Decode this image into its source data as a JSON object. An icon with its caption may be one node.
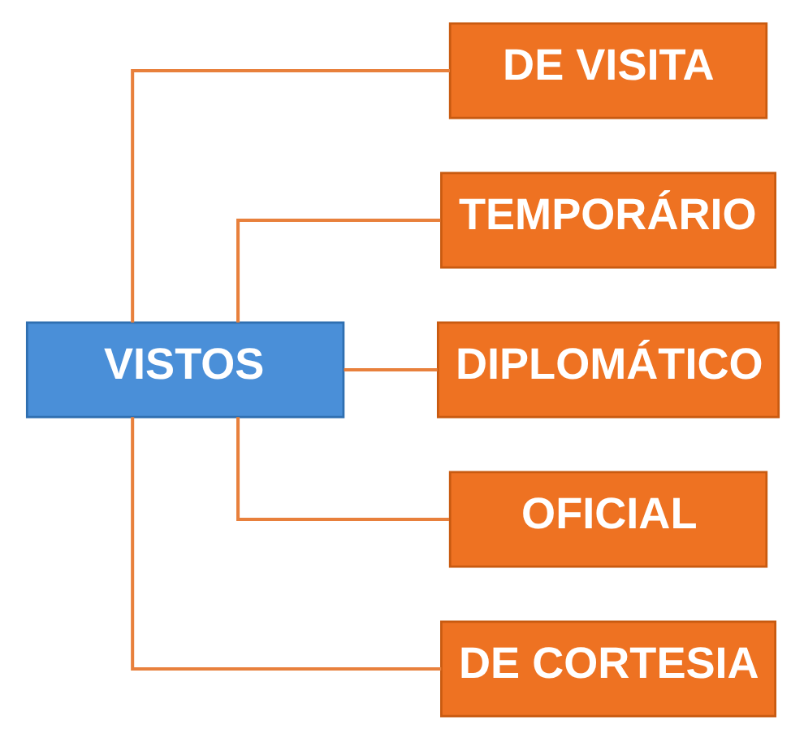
{
  "diagram": {
    "nodes": [
      {
        "text": [
          "VISTOS"
        ]
      },
      {
        "text": [
          "DE VISITA"
        ]
      },
      {
        "text": [
          "TEMPORÁRIO"
        ]
      },
      {
        "text": [
          "DIPLOMÁTICO"
        ]
      },
      {
        "text": [
          "OFICIAL"
        ]
      },
      {
        "text": [
          "DE CORTESIA"
        ]
      }
    ],
    "edges": [
      {
        "from": 0,
        "to": 1,
        "arrow": "none"
      },
      {
        "from": 0,
        "to": 2,
        "arrow": "none"
      },
      {
        "from": 0,
        "to": 3,
        "arrow": "none"
      },
      {
        "from": 0,
        "to": 4,
        "arrow": "none"
      },
      {
        "from": 0,
        "to": 5,
        "arrow": "none"
      }
    ]
  }
}
